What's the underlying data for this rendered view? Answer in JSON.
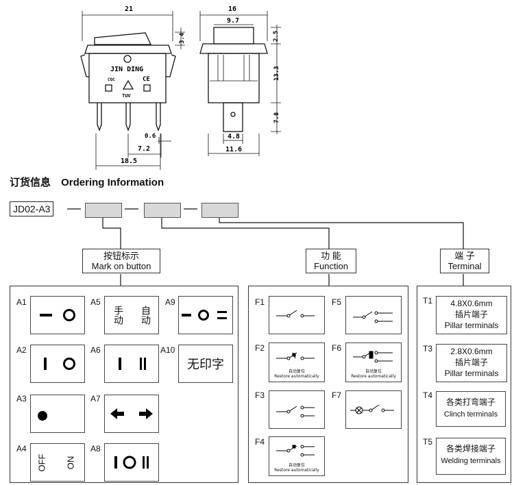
{
  "drawing": {
    "front": {
      "w": "21",
      "h": "3.4",
      "pitch": "7.2",
      "total": "18.5",
      "pin": "0.6",
      "brand": "JIN DING",
      "tuv": "TUV",
      "cqc": "CQC",
      "ce": "CE"
    },
    "side": {
      "w": "16",
      "top": "9.7",
      "h1": "2.5",
      "h2": "13.3",
      "h3": "7.8",
      "pin": "4.8",
      "base": "11.6"
    }
  },
  "heading": {
    "cn": "订货信息",
    "en": "Ordering Information"
  },
  "model": {
    "code": "JD02-A3"
  },
  "categories": {
    "mark": {
      "cn": "按钮标示",
      "en": "Mark on button"
    },
    "function": {
      "cn": "功 能",
      "en": "Function"
    },
    "terminal": {
      "cn": "端 子",
      "en": "Terminal"
    }
  },
  "marks": {
    "a1": "A1",
    "a2": "A2",
    "a3": "A3",
    "a4": "A4",
    "a5": "A5",
    "a5_left": "手动",
    "a5_right": "自动",
    "a6": "A6",
    "a7": "A7",
    "a8": "A8",
    "a9": "A9",
    "a10": "A10",
    "a10_text": "无印字",
    "a4_off": "OFF",
    "a4_on": "ON"
  },
  "functions": {
    "f1": "F1",
    "f2": "F2",
    "f3": "F3",
    "f4": "F4",
    "f5": "F5",
    "f6": "F6",
    "f7": "F7",
    "restore_cn": "自动复位",
    "restore_en": "Restore automatically"
  },
  "terminals": {
    "t1": "T1",
    "t1_l1": "4.8X0.6mm",
    "t1_l2": "插片端子",
    "t1_l3": "Pillar terminals",
    "t3": "T3",
    "t3_l1": "2.8X0.6mm",
    "t3_l2": "插片端子",
    "t3_l3": "Pillar terminals",
    "t4": "T4",
    "t4_l1": "各类打弯端子",
    "t4_l2": "Clinch terminals",
    "t5": "T5",
    "t5_l1": "各类焊接端子",
    "t5_l2": "Welding terminals"
  }
}
